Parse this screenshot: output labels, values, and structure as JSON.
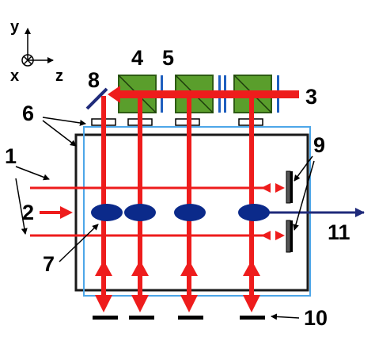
{
  "axes": {
    "y_label": "y",
    "x_label": "x",
    "z_label": "z"
  },
  "labels": {
    "n1": "1",
    "n2": "2",
    "n3": "3",
    "n4": "4",
    "n5": "5",
    "n6": "6",
    "n7": "7",
    "n8": "8",
    "n9": "9",
    "n10": "10",
    "n11": "11"
  },
  "colors": {
    "beam": "#ee1c1c",
    "cell_frame": "#1a1a1a",
    "cell_inner": "#4da6e8",
    "cube": "#5a9e2c",
    "plate": "#1f5fbf",
    "probe": "#1f2a7a",
    "atom": "#0b2a8a"
  }
}
